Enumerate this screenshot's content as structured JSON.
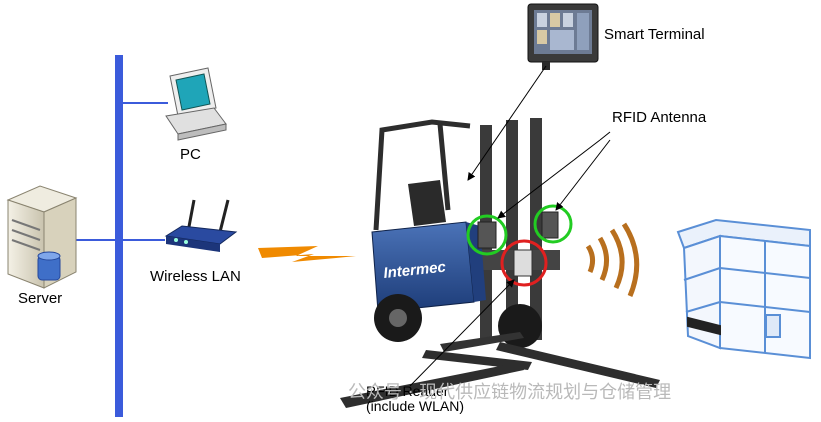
{
  "labels": {
    "server": "Server",
    "pc": "PC",
    "wireless_lan": "Wireless LAN",
    "smart_terminal": "Smart Terminal",
    "rfid_antenna": "RFID  Antenna",
    "rfid_reader_line1": "RFID  Reader",
    "rfid_reader_line2": "(include  WLAN)"
  },
  "forklift": {
    "brand": "Intermec"
  },
  "watermark": "公众号 · 现代供应链物流规划与仓储管理",
  "colors": {
    "network_bus": "#3b5bdb",
    "wireless_bolt": "#f08a00",
    "antenna_ring": "#22cc22",
    "reader_ring": "#e02020",
    "rfid_waves": "#b86f1e",
    "container": "#5a8fd6"
  }
}
